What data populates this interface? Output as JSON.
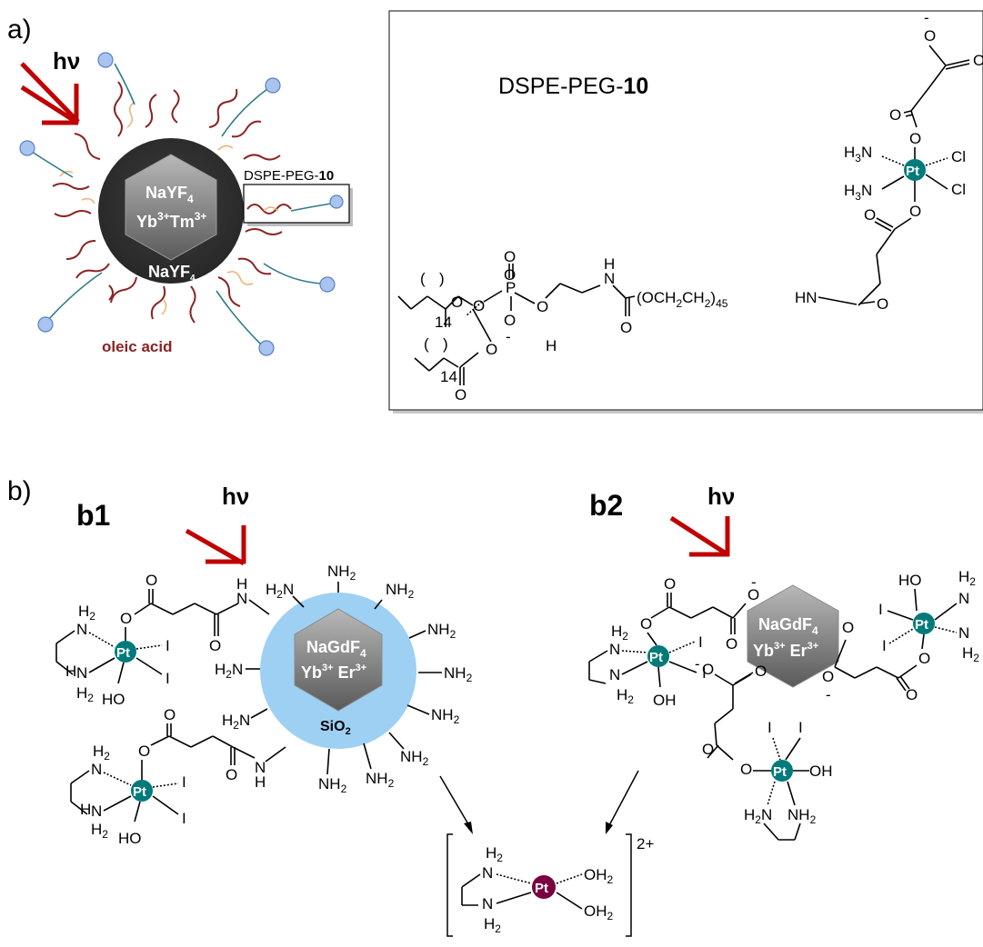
{
  "panel_a": {
    "label": "a)",
    "hv": "hν",
    "core_line1": "NaYF",
    "core_line1_sub": "4",
    "core_line2_a": "Yb",
    "core_line2_a_sup": "3+",
    "core_line2_b": "Tm",
    "core_line2_b_sup": "3+",
    "shell": "NaYF",
    "shell_sub": "4",
    "ligand_label": "oleic acid",
    "callout_label_prefix": "DSPE-PEG-",
    "callout_label_bold": "10"
  },
  "structure_box": {
    "title_prefix": "DSPE-PEG-",
    "title_bold": "10",
    "pt": "Pt",
    "cl": "Cl",
    "h3n": "H",
    "h3n_sub": "3",
    "n": "N",
    "o": "O",
    "minus": "-",
    "peg_chain": "(OCH",
    "peg_sub1": "2",
    "peg_mid": "CH",
    "peg_sub2": "2",
    "peg_close": ")",
    "peg_n": "45",
    "hn": "HN",
    "h": "H",
    "nh": "N",
    "p": "P",
    "n14": "14"
  },
  "panel_b": {
    "label": "b)",
    "b1": "b1",
    "b2": "b2",
    "hv": "hν",
    "core_line1": "NaGdF",
    "core_line1_sub": "4",
    "core_line2_a": "Yb",
    "core_line2_a_sup": "3+",
    "core_line2_b": " Er",
    "core_line2_b_sup": "3+",
    "silica": "SiO",
    "silica_sub": "2",
    "nh2": "NH",
    "h2n": "H",
    "two": "2",
    "pt": "Pt",
    "i": "I",
    "ho": "HO",
    "oh": "OH",
    "charge": "2+"
  }
}
